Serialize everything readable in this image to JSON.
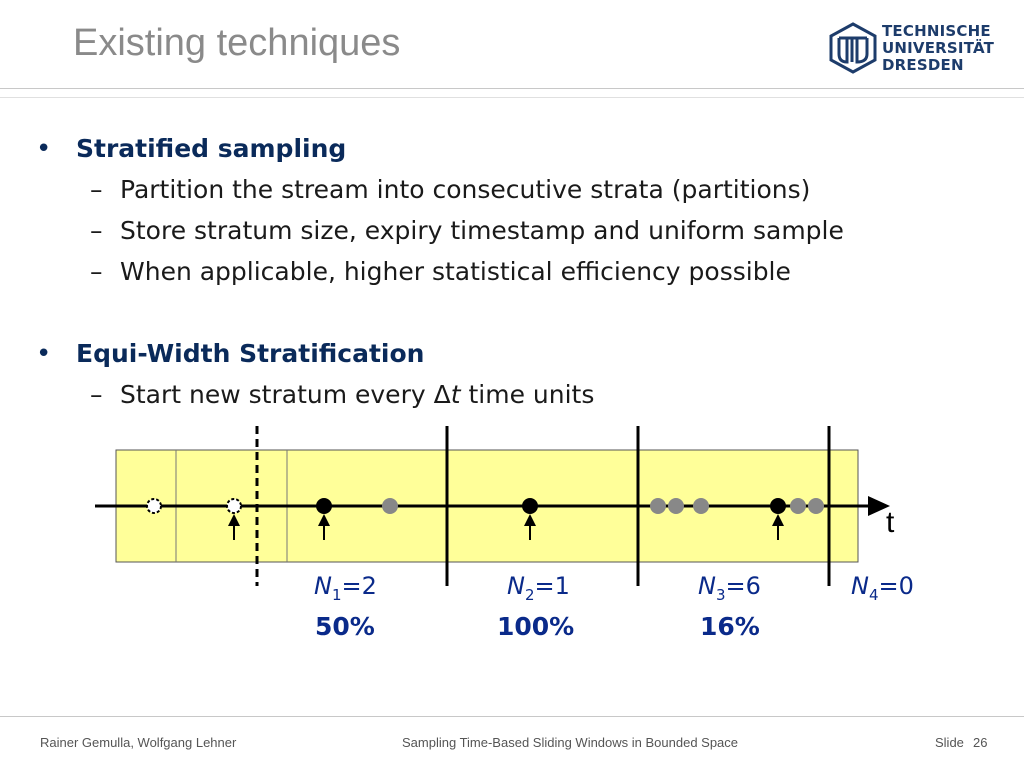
{
  "slide": {
    "title": "Existing techniques",
    "logo": {
      "lines": [
        "TECHNISCHE",
        "UNIVERSITÄT",
        "DRESDEN"
      ],
      "icon": "tu-dresden-logo-icon"
    }
  },
  "bullets": [
    {
      "heading": "Stratified sampling",
      "items": [
        "Partition the stream into consecutive strata (partitions)",
        "Store stratum size, expiry timestamp and uniform sample",
        "When applicable, higher statistical efficiency possible"
      ]
    },
    {
      "heading": "Equi-Width Stratification",
      "items_pre": "Start new stratum every Δ",
      "items_italic": "t",
      "items_post": " time units"
    }
  ],
  "diagram": {
    "axis_label": "t",
    "strata": [
      {
        "n_symbol": "N",
        "n_sub": "1",
        "n_value": "=2",
        "percent": "50%"
      },
      {
        "n_symbol": "N",
        "n_sub": "2",
        "n_value": "=1",
        "percent": "100%"
      },
      {
        "n_symbol": "N",
        "n_sub": "3",
        "n_value": "=6",
        "percent": "16%"
      },
      {
        "n_symbol": "N",
        "n_sub": "4",
        "n_value": "=0",
        "percent": ""
      }
    ],
    "colors": {
      "window_fill": "#ffff99",
      "sampled_point": "#000000",
      "unsampled_point": "#888888"
    }
  },
  "footer": {
    "authors": "Rainer Gemulla, Wolfgang Lehner",
    "talk_title": "Sampling Time-Based Sliding Windows in Bounded Space",
    "slide_label": "Slide",
    "slide_number": "26"
  }
}
